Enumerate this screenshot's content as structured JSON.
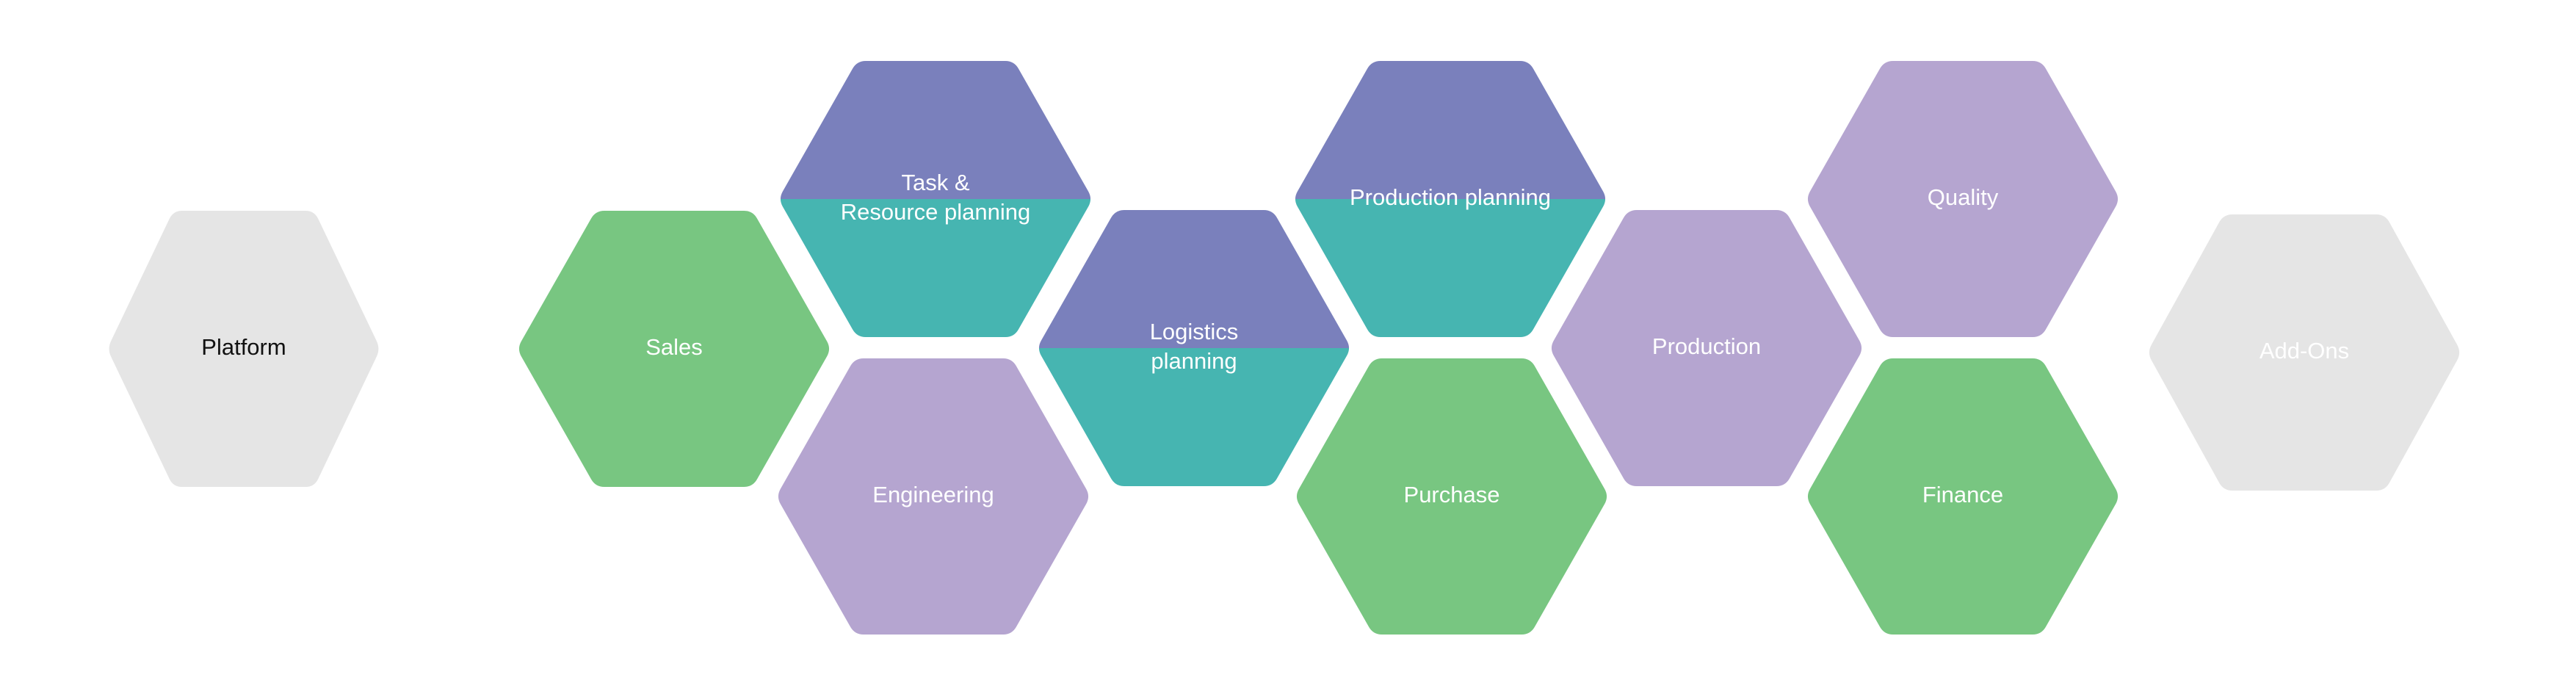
{
  "diagram": {
    "title": "Module overview",
    "colors": {
      "gray": "#E5E5E5",
      "green": "#78C681",
      "lilac": "#B5A5D0",
      "indigo": "#7A80BC",
      "teal": "#46B5B1",
      "text_light": "#FFFFFF",
      "text_dark": "#111111"
    },
    "modules": [
      {
        "id": "platform",
        "lines": [
          "Platform"
        ],
        "fill": "gray",
        "text_color": "text_dark",
        "group": "base"
      },
      {
        "id": "sales",
        "lines": [
          "Sales"
        ],
        "fill": "green",
        "text_color": "text_light",
        "group": "core"
      },
      {
        "id": "task-resource-planning",
        "lines": [
          "Task &",
          "Resource planning"
        ],
        "fill_top": "indigo",
        "fill_bottom": "teal",
        "text_color": "text_light",
        "group": "planning"
      },
      {
        "id": "engineering",
        "lines": [
          "Engineering"
        ],
        "fill": "lilac",
        "text_color": "text_light",
        "group": "core"
      },
      {
        "id": "logistics-planning",
        "lines": [
          "Logistics",
          "planning"
        ],
        "fill_top": "indigo",
        "fill_bottom": "teal",
        "text_color": "text_light",
        "group": "planning"
      },
      {
        "id": "production-planning",
        "lines": [
          "Production planning"
        ],
        "fill_top": "indigo",
        "fill_bottom": "teal",
        "text_color": "text_light",
        "group": "planning"
      },
      {
        "id": "purchase",
        "lines": [
          "Purchase"
        ],
        "fill": "green",
        "text_color": "text_light",
        "group": "core"
      },
      {
        "id": "production",
        "lines": [
          "Production"
        ],
        "fill": "lilac",
        "text_color": "text_light",
        "group": "core"
      },
      {
        "id": "quality",
        "lines": [
          "Quality"
        ],
        "fill": "lilac",
        "text_color": "text_light",
        "group": "core"
      },
      {
        "id": "finance",
        "lines": [
          "Finance"
        ],
        "fill": "green",
        "text_color": "text_light",
        "group": "core"
      },
      {
        "id": "add-ons",
        "lines": [
          "Add-Ons"
        ],
        "fill": "gray",
        "text_color": "text_light",
        "group": "extension"
      }
    ]
  }
}
